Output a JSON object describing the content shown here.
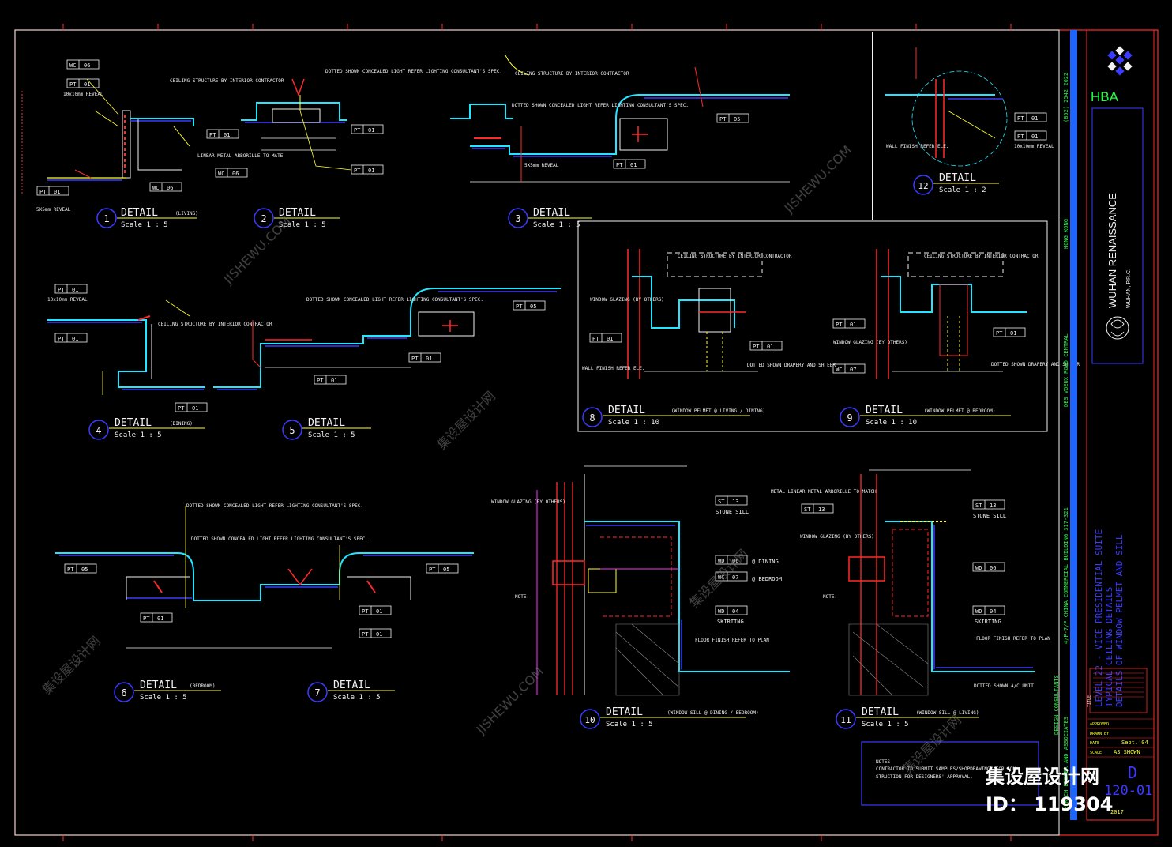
{
  "colors": {
    "background": "#000000",
    "frame_red": "#ff2a2a",
    "line_yellow": "#ffff33",
    "line_white": "#f2f2f2",
    "line_cyan": "#22e6ff",
    "line_blue": "#3b3bff",
    "line_green": "#20ff40",
    "line_magenta": "#ff33ff",
    "title_bar_blue": "#1e64ff"
  },
  "details": [
    {
      "num": "1",
      "title": "DETAIL",
      "scale": "Scale 1 : 5",
      "note": "(LIVING)"
    },
    {
      "num": "2",
      "title": "DETAIL",
      "scale": "Scale 1 : 5",
      "note": ""
    },
    {
      "num": "3",
      "title": "DETAIL",
      "scale": "Scale 1 : 5",
      "note": ""
    },
    {
      "num": "4",
      "title": "DETAIL",
      "scale": "Scale 1 : 5",
      "note": "(DINING)"
    },
    {
      "num": "5",
      "title": "DETAIL",
      "scale": "Scale 1 : 5",
      "note": ""
    },
    {
      "num": "6",
      "title": "DETAIL",
      "scale": "Scale 1 : 5",
      "note": "(BEDROOM)"
    },
    {
      "num": "7",
      "title": "DETAIL",
      "scale": "Scale 1 : 5",
      "note": ""
    },
    {
      "num": "8",
      "title": "DETAIL",
      "scale": "Scale 1 : 10",
      "note": "(WINDOW PELMET @ LIVING / DINING)"
    },
    {
      "num": "9",
      "title": "DETAIL",
      "scale": "Scale 1 : 10",
      "note": "(WINDOW PELMET @ BEDROOM)"
    },
    {
      "num": "10",
      "title": "DETAIL",
      "scale": "Scale 1 : 5",
      "note": "(WINDOW SILL @ DINING / BEDROOM)"
    },
    {
      "num": "11",
      "title": "DETAIL",
      "scale": "Scale 1 : 5",
      "note": "(WINDOW SILL @ LIVING)"
    },
    {
      "num": "12",
      "title": "DETAIL",
      "scale": "Scale 1 : 2",
      "note": ""
    }
  ],
  "tags": [
    {
      "code": "WC",
      "num": "06"
    },
    {
      "code": "PT",
      "num": "01"
    },
    {
      "code": "PT",
      "num": "05"
    },
    {
      "code": "WC",
      "num": "07"
    },
    {
      "code": "ST",
      "num": "13"
    },
    {
      "code": "WD",
      "num": "06"
    },
    {
      "code": "WD",
      "num": "04"
    }
  ],
  "annotations": {
    "reveal_10x10": "10x10mm REVEAL",
    "reveal_5x5": "5X5mm REVEAL",
    "ceiling_structure": "CEILING STRUCTURE BY INTERIOR CONTRACTOR",
    "lighting_consultant": "DOTTED SHOWN CONCEALED LIGHT REFER LIGHTING CONSULTANT'S SPEC.",
    "linear_metal": "LINEAR METAL ARBORILLE TO MATE",
    "window_glazing": "WINDOW GLAZING (BY OTHERS)",
    "wall_finish": "WALL FINISH REFER ELE.",
    "dotted_drapery": "DOTTED SHOWN DRAPERY AND SH EER",
    "stone_sill": "STONE SILL",
    "at_dining": "@ DINING",
    "at_bedroom": "@ BEDROOM",
    "skirting": "SKIRTING",
    "floor_finish": "FLOOR FINISH REFER TO PLAN",
    "note": "NOTE:",
    "metal_linear": "METAL LINEAR METAL ARBORILLE TO MATCH",
    "dotted_ac": "DOTTED SHOWN A/C UNIT"
  },
  "notes_box": {
    "heading": "NOTES",
    "line1": "CONTRACTOR TO SUBMIT SAMPLES/SHOPDRAWINGS FOR CON-",
    "line2": "STRUCTION FOR DESIGNERS' APPROVAL."
  },
  "title_block": {
    "logo_text": "HBA",
    "address_tel": "(852) 2542 2022",
    "address_city": "HONG KONG",
    "address_road": "DES VOEUX ROAD CENTRAL",
    "address_building": "4/F-7/F  CHINA COMMERCIAL BUILDING 317-321",
    "firm": "HIRSCH BEDNER AND ASSOCIATES",
    "firm_sub": "DESIGN CONSULTANTS",
    "project": "WUHAN RENAISSANCE",
    "project_loc": "WUHAN, P.R.C.",
    "title_label": "TITLE",
    "title_line1": "LEVEL 22 - VICE PRESIDENTIAL SUITE",
    "title_line2": "TYPICAL CEILING DETAILS",
    "title_line3": "DETAILS OF WINDOW PELMET AND SILL",
    "approved": "APPROVED",
    "drawn_by": "DRAWN BY",
    "date_label": "DATE",
    "date_value": "Sept.'04",
    "scale_label": "SCALE",
    "scale_value": "AS SHOWN",
    "drawing_no": "D",
    "sheet_code": "120-01",
    "year": "2017"
  },
  "watermark": {
    "brand": "集设屋设计网",
    "id_line": "ID： 119304",
    "site": "JISHEWU.COM"
  }
}
